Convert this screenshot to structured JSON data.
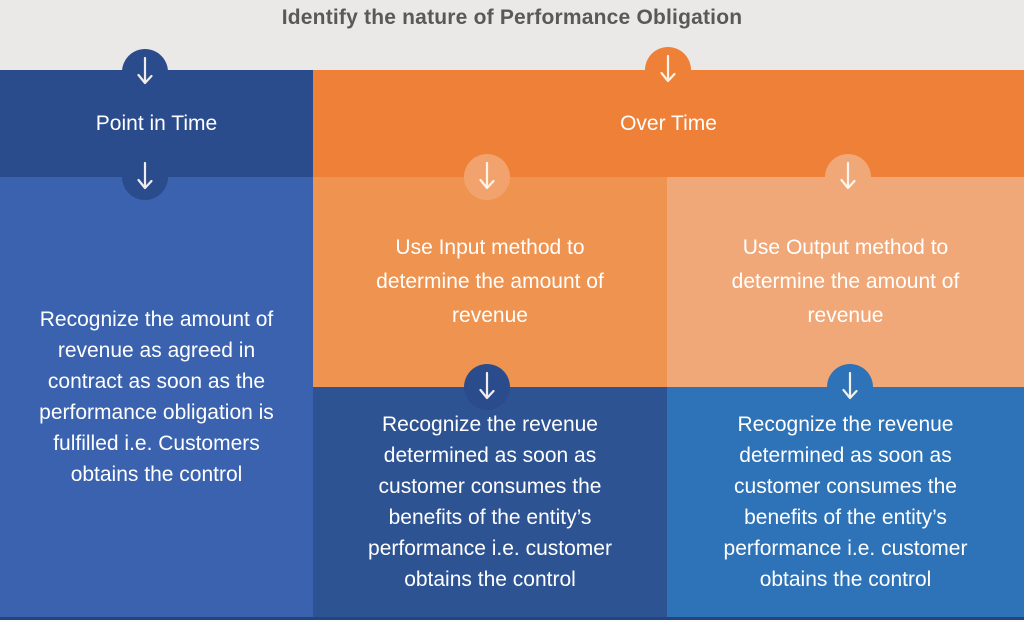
{
  "title": "Identify the nature of Performance Obligation",
  "colors": {
    "page_background": "#eae9e7",
    "title_text": "#595959",
    "dark_blue": "#2b4c8c",
    "medium_blue": "#3a62ae",
    "deep_blue": "#2e5393",
    "bright_blue": "#2e72b7",
    "dark_orange": "#ee8038",
    "medium_orange": "#ee9350",
    "light_orange": "#f0a878",
    "lighter_orange_circle": "#f2a36d",
    "bottom_shadow": "#24447c",
    "text_white": "#ffffff"
  },
  "branches": {
    "point_in_time": {
      "label": "Point in Time",
      "detail": "Recognize the amount of\nrevenue as agreed in\ncontract as soon as the\nperformance obligation is\nfulfilled i.e. Customers\nobtains the control"
    },
    "over_time": {
      "label": "Over Time",
      "input_method": {
        "label": "Use Input method to\ndetermine the amount of\nrevenue",
        "detail": "Recognize the revenue\ndetermined as soon as\ncustomer consumes the\nbenefits of the entity’s\nperformance i.e. customer\nobtains the control"
      },
      "output_method": {
        "label": "Use Output method to\ndetermine the amount of\nrevenue",
        "detail": "Recognize the revenue\ndetermined as soon as\ncustomer consumes the\nbenefits of the entity’s\nperformance i.e. customer\nobtains the control"
      }
    }
  }
}
